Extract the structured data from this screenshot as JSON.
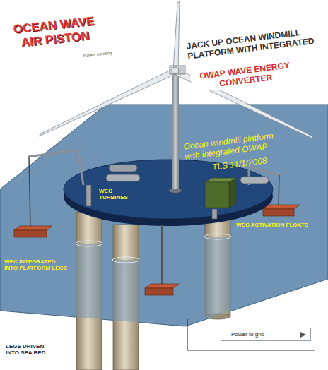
{
  "diagram": {
    "title": "OCEAN WAVE AIR PISTON",
    "nodes": [
      {
        "text": [
          "Power to grid"
        ]
      }
    ],
    "labels": [
      "Patent pending",
      "JACK UP OCEAN WINDMILL PLATFORM WITH INTEGRATED",
      "OWAP WAVE ENERGY CONVERTER",
      "Ocean windmill platform with integrated OWAP",
      "TLS 11/1/2008",
      "WEC TURBINES",
      "WEC ACTIVATION FLOATS",
      "WEC INTEGRATED INTO PLATFORM LEGS",
      "LEGS DRIVEN INTO SEA BED"
    ]
  }
}
